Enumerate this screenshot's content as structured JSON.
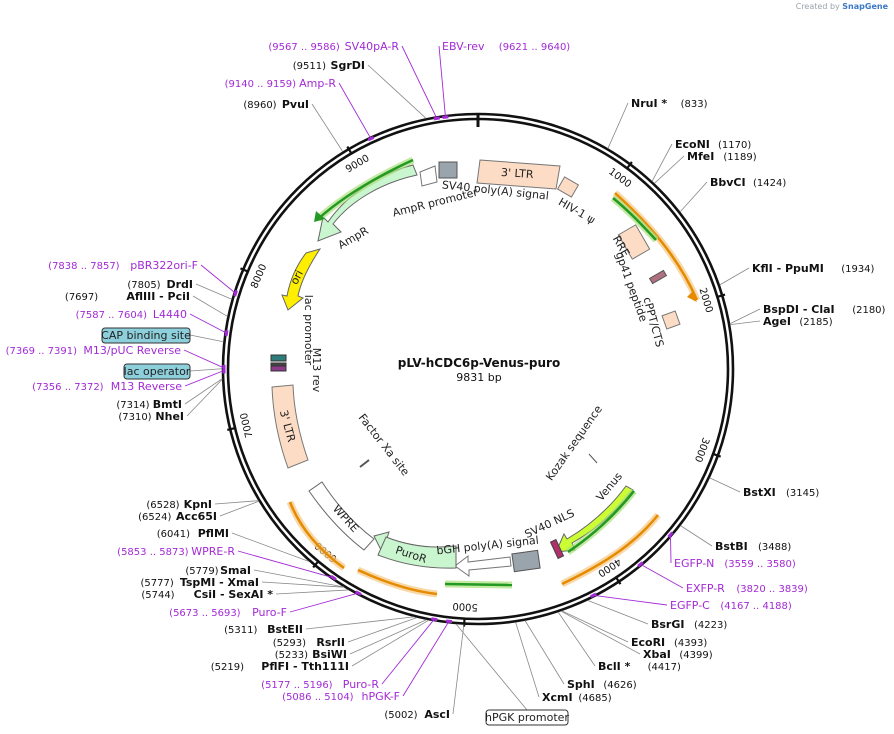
{
  "credit": {
    "prefix": "Created by",
    "brand": "SnapGene"
  },
  "plasmid": {
    "name": "pLV-hCDC6p-Venus-puro",
    "size_label": "9831 bp",
    "length": 9831
  },
  "ticks": [
    "1000",
    "2000",
    "3000",
    "4000",
    "5000",
    "6000",
    "7000",
    "8000",
    "9000"
  ],
  "sites": [
    {
      "name": "NruI *",
      "pos": "(833)",
      "bp": 833
    },
    {
      "name": "EcoNI",
      "pos": "(1170)",
      "bp": 1170
    },
    {
      "name": "MfeI",
      "pos": "(1189)",
      "bp": 1189
    },
    {
      "name": "BbvCI",
      "pos": "(1424)",
      "bp": 1424
    },
    {
      "name": "KflI - PpuMI",
      "pos": "(1934)",
      "bp": 1934
    },
    {
      "name": "BspDI - ClaI",
      "pos": "(2180)",
      "bp": 2180
    },
    {
      "name": "AgeI",
      "pos": "(2185)",
      "bp": 2185
    },
    {
      "name": "BstXI",
      "pos": "(3145)",
      "bp": 3145
    },
    {
      "name": "BstBI",
      "pos": "(3488)",
      "bp": 3488
    },
    {
      "name": "BsrGI",
      "pos": "(4223)",
      "bp": 4223
    },
    {
      "name": "EcoRI",
      "pos": "(4393)",
      "bp": 4393
    },
    {
      "name": "XbaI",
      "pos": "(4399)",
      "bp": 4399
    },
    {
      "name": "BclI *",
      "pos": "(4417)",
      "bp": 4417
    },
    {
      "name": "SphI",
      "pos": "(4626)",
      "bp": 4626
    },
    {
      "name": "XcmI",
      "pos": "(4685)",
      "bp": 4685
    },
    {
      "name": "AscI",
      "pos": "(5002)",
      "bp": 5002
    },
    {
      "name": "PflFI - Tth111I",
      "pos": "(5219)",
      "bp": 5219
    },
    {
      "name": "BsiWI",
      "pos": "(5233)",
      "bp": 5233
    },
    {
      "name": "RsrII",
      "pos": "(5293)",
      "bp": 5293
    },
    {
      "name": "BstEII",
      "pos": "(5311)",
      "bp": 5311
    },
    {
      "name": "CsiI - SexAI *",
      "pos": "(5744)",
      "bp": 5744
    },
    {
      "name": "TspMI - XmaI",
      "pos": "(5777)",
      "bp": 5777
    },
    {
      "name": "SmaI",
      "pos": "(5779)",
      "bp": 5779
    },
    {
      "name": "PflMI",
      "pos": "(6041)",
      "bp": 6041
    },
    {
      "name": "Acc65I",
      "pos": "(6524)",
      "bp": 6524
    },
    {
      "name": "KpnI",
      "pos": "(6528)",
      "bp": 6528
    },
    {
      "name": "NheI",
      "pos": "(7310)",
      "bp": 7310
    },
    {
      "name": "BmtI",
      "pos": "(7314)",
      "bp": 7314
    },
    {
      "name": "AflIII - PciI",
      "pos": "(7697)",
      "bp": 7697
    },
    {
      "name": "DrdI",
      "pos": "(7805)",
      "bp": 7805
    },
    {
      "name": "PvuI",
      "pos": "(8960)",
      "bp": 8960
    },
    {
      "name": "SgrDI",
      "pos": "(9511)",
      "bp": 9511
    }
  ],
  "primers": [
    {
      "name": "EGFP-N",
      "range": "(3559 .. 3580)"
    },
    {
      "name": "EXFP-R",
      "range": "(3820 .. 3839)"
    },
    {
      "name": "EGFP-C",
      "range": "(4167 .. 4188)"
    },
    {
      "name": "Puro-R",
      "range": "(5177 .. 5196)"
    },
    {
      "name": "hPGK-F",
      "range": "(5086 .. 5104)"
    },
    {
      "name": "Puro-F",
      "range": "(5673 .. 5693)"
    },
    {
      "name": "WPRE-R",
      "range": "(5853 .. 5873)"
    },
    {
      "name": "M13 Reverse",
      "range": "(7356 .. 7372)"
    },
    {
      "name": "M13/pUC Reverse",
      "range": "(7369 .. 7391)"
    },
    {
      "name": "L4440",
      "range": "(7587 .. 7604)"
    },
    {
      "name": "pBR322ori-F",
      "range": "(7838 .. 7857)"
    },
    {
      "name": "Amp-R",
      "range": "(9140 .. 9159)"
    },
    {
      "name": "SV40pA-R",
      "range": "(9567 .. 9586)"
    },
    {
      "name": "EBV-rev",
      "range": "(9621 .. 9640)"
    }
  ],
  "boxed_labels": [
    "CAP binding site",
    "lac operator",
    "hPGK promoter"
  ],
  "features": [
    {
      "label": "3' LTR"
    },
    {
      "label": "SV40 poly(A) signal"
    },
    {
      "label": "HIV-1 ψ"
    },
    {
      "label": "AmpR promoter"
    },
    {
      "label": "AmpR"
    },
    {
      "label": "ori"
    },
    {
      "label": "lac promoter"
    },
    {
      "label": "M13 rev"
    },
    {
      "label": "RRE"
    },
    {
      "label": "gp41 peptide"
    },
    {
      "label": "cPPT/CTS"
    },
    {
      "label": "3' LTR"
    },
    {
      "label": "Factor Xa site"
    },
    {
      "label": "Kozak sequence"
    },
    {
      "label": "Venus"
    },
    {
      "label": "SV40 NLS"
    },
    {
      "label": "bGH poly(A) signal"
    },
    {
      "label": "PuroR"
    },
    {
      "label": "WPRE"
    }
  ],
  "colors": {
    "backbone": "#111111",
    "primer": "#a32ad6",
    "ltr_fill": "#fcdcc4",
    "ampr_fill": "#c9f5cf",
    "ori_fill": "#ffee00",
    "venus_fill": "#ccff33",
    "puror_fill": "#c9f5cf",
    "wpre_fill": "#ffffff",
    "bgh_fill": "#ffffff",
    "grey_box": "#9aa4ad",
    "orange_arc": "#e68a00",
    "green_arc": "#229922",
    "boxed_label_fill": "#8ecfdc"
  }
}
